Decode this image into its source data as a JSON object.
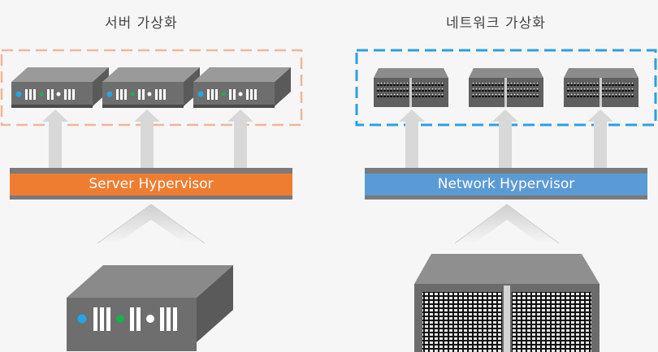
{
  "left": {
    "title": "서버 가상화",
    "hypervisor_label": "Server Hypervisor",
    "hypervisor_color": "#ee7d31",
    "group_border_color": "#f2b596",
    "servers_count": 3
  },
  "right": {
    "title": "네트워크 가상화",
    "hypervisor_label": "Network Hypervisor",
    "hypervisor_color": "#5b9bd5",
    "group_border_color": "#2e9ee0",
    "switches_count": 3
  },
  "colors": {
    "device_top": "#8a8a8a",
    "device_side": "#5a5a5a",
    "device_front": "#6e6e6e",
    "led_blue": "#21a6e6",
    "led_green": "#18b050",
    "arrow": "#dcdcdc",
    "bar_edge": "#6b6b6b"
  }
}
